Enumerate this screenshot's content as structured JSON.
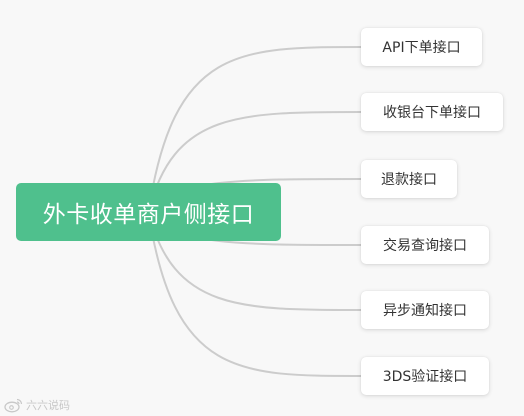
{
  "colors": {
    "root_fill": "#4fc08d",
    "connector": "#cccccc",
    "background": "#f8f8f8"
  },
  "mindmap": {
    "root": {
      "label": "外卡收单商户侧接口"
    },
    "children": [
      {
        "label": "API下单接口"
      },
      {
        "label": "收银台下单接口"
      },
      {
        "label": "退款接口"
      },
      {
        "label": "交易查询接口"
      },
      {
        "label": "异步通知接口"
      },
      {
        "label": "3DS验证接口"
      }
    ]
  },
  "watermark": {
    "icon": "weibo-logo-icon",
    "text": "六六说码"
  }
}
